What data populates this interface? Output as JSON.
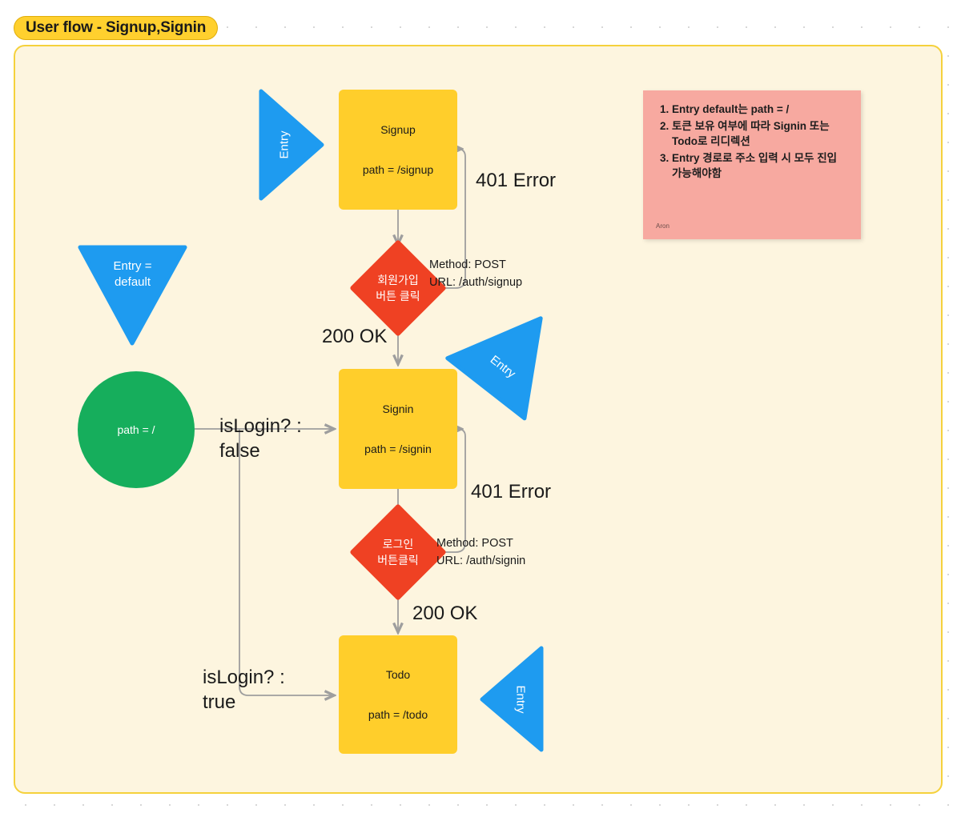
{
  "frame": {
    "title": "User flow - Signup,Signin",
    "background_color": "#fdf5df",
    "border_color": "#f5d13c",
    "title_badge_color": "#ffd02e"
  },
  "colors": {
    "rect_yellow": "#ffce2b",
    "diamond_red": "#ef4123",
    "circle_green": "#16ae5c",
    "triangle_blue": "#1e9bf0",
    "note_pink": "#f7a9a0",
    "wire_gray": "#9e9e9e"
  },
  "nodes": {
    "signup": {
      "title": "Signup",
      "path": "path = /signup"
    },
    "signin": {
      "title": "Signin",
      "path": "path = /signin"
    },
    "todo": {
      "title": "Todo",
      "path": "path = /todo"
    },
    "signup_action": {
      "label": "회원가입\n버튼 클릭"
    },
    "signin_action": {
      "label": "로그인\n버튼클릭"
    },
    "entry_default": {
      "label": "Entry =\ndefault"
    },
    "root_path": {
      "label": "path = /"
    },
    "entry_signup": {
      "label": "Entry"
    },
    "entry_signin": {
      "label": "Entry"
    },
    "entry_todo": {
      "label": "Entry"
    }
  },
  "edge_labels": {
    "signup_401": "401 Error",
    "signup_200": "200 OK",
    "signup_api": "Method: POST\nURL: /auth/signup",
    "signin_401": "401 Error",
    "signin_200": "200 OK",
    "signin_api": "Method: POST\nURL: /auth/signin",
    "islogin_false": "isLogin? :\nfalse",
    "islogin_true": "isLogin? :\ntrue"
  },
  "note": {
    "items": [
      "Entry default는 path = /",
      "토큰 보유 여부에 따라 Signin 또는 Todo로 리디렉션",
      "Entry 경로로 주소 입력 시 모두 진입 가능해야함"
    ],
    "author": "Aron"
  }
}
